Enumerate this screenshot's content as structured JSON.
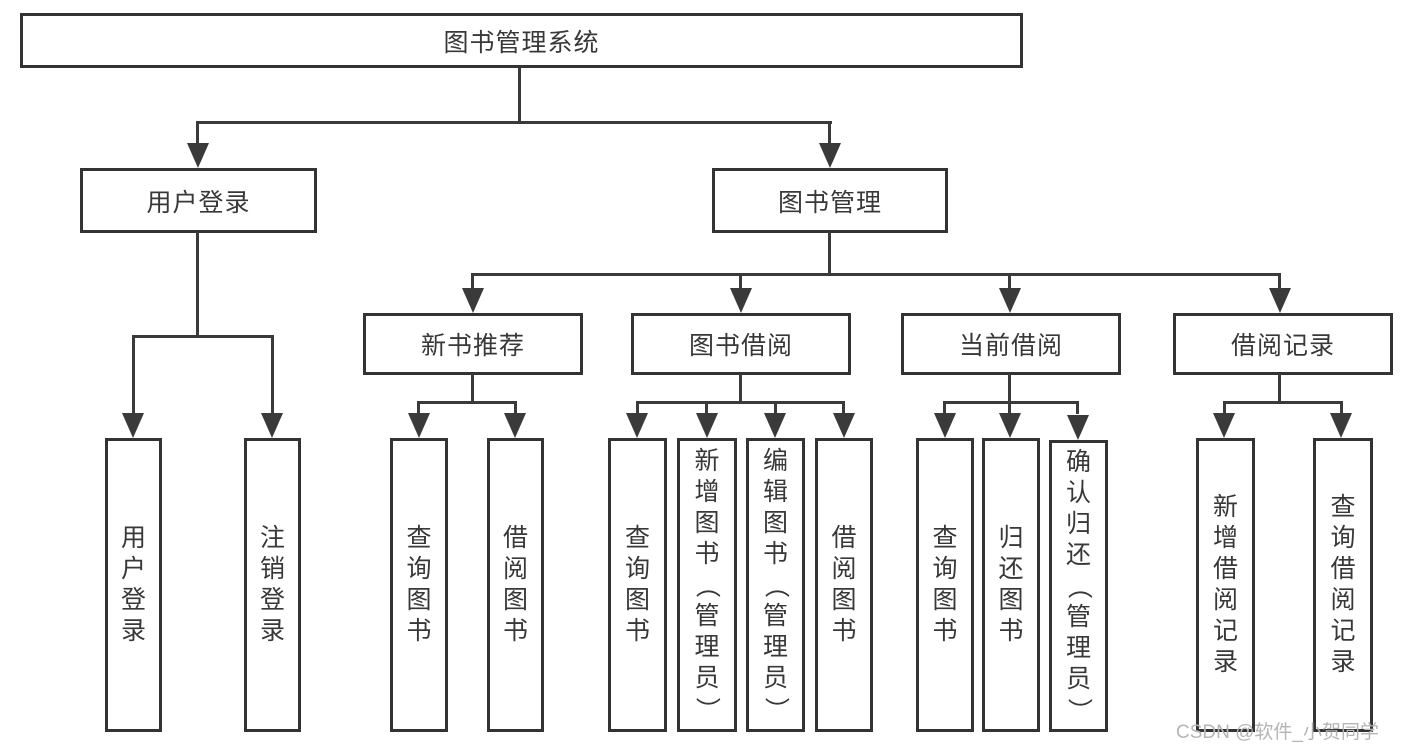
{
  "diagram": {
    "title_box": "图书管理系统",
    "branches": {
      "user_login": {
        "label": "用户登录",
        "children": [
          "用户登录",
          "注销登录"
        ]
      },
      "book_management": {
        "label": "图书管理",
        "sections": [
          {
            "label": "新书推荐",
            "children": [
              "查询图书",
              "借阅图书"
            ]
          },
          {
            "label": "图书借阅",
            "children": [
              "查询图书",
              "新增图书（管理员）",
              "编辑图书（管理员）",
              "借阅图书"
            ]
          },
          {
            "label": "当前借阅",
            "children": [
              "查询图书",
              "归还图书",
              "确认归还（管理员）"
            ]
          },
          {
            "label": "借阅记录",
            "children": [
              "新增借阅记录",
              "查询借阅记录"
            ]
          }
        ]
      }
    },
    "watermark": "CSDN @软件_小贺同学",
    "colors": {
      "line": "#3a3a3a",
      "border": "#333333",
      "text": "#383838",
      "watermark": "#b5b5b5",
      "background": "#ffffff"
    }
  }
}
